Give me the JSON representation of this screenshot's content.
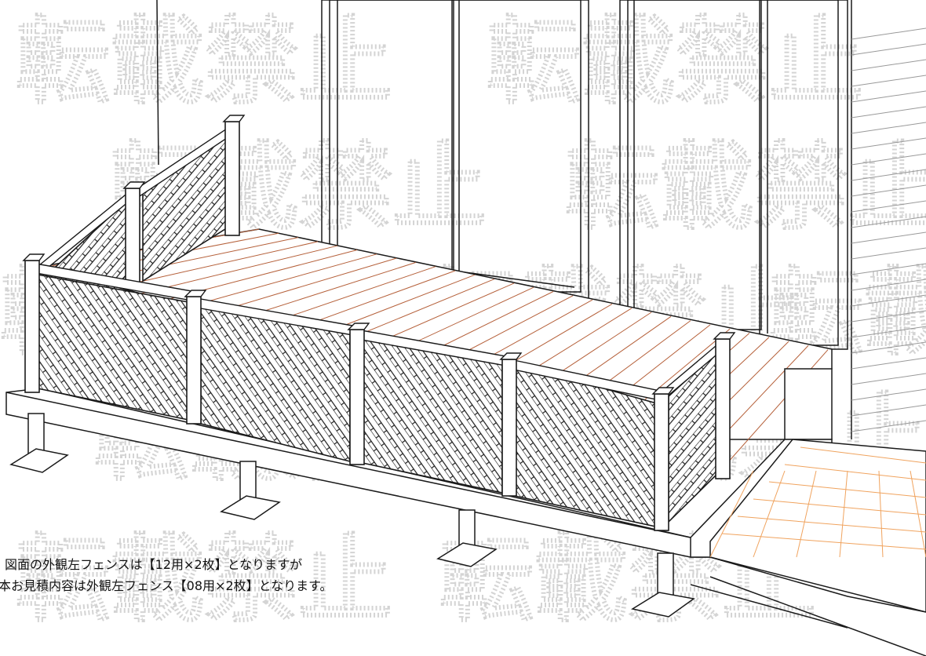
{
  "notes": {
    "line1": "図面の外観左フェンスは【12用×2枚】となりますが",
    "line2": "本お見積内容は外観左フェンス【08用×2枚】となります。"
  },
  "watermark": {
    "text": "転載禁止"
  },
  "colors": {
    "line": "#1a1a1a",
    "deck_board_line": "#b5603a",
    "tile_line": "#f0a35e",
    "watermark": "#d4d4d4",
    "background": "#ffffff"
  }
}
